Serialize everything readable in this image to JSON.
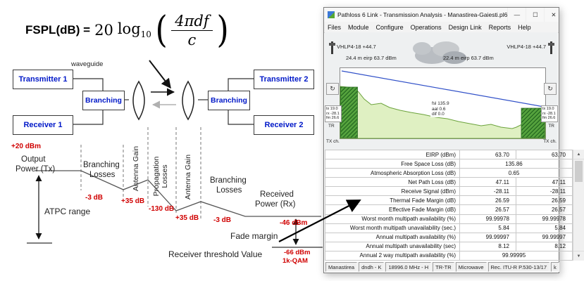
{
  "formula": {
    "lhs": "FSPL(dB) =",
    "coefficient": "20",
    "log_fn": "log",
    "log_base": "10",
    "open_paren": "(",
    "close_paren": ")",
    "numerator": "4πdf",
    "denominator": "c"
  },
  "blocks": {
    "transmitter1": "Transmitter 1",
    "receiver1": "Receiver 1",
    "branching_left": "Branching",
    "branching_right": "Branching",
    "transmitter2": "Transmitter 2",
    "receiver2": "Receiver 2",
    "waveguide": "waveguide"
  },
  "levels": {
    "tx_power": "+20 dBm",
    "output_line1": "Output",
    "output_line2": "Power (Tx)",
    "branching1_line1": "Branching",
    "branching1_line2": "Losses",
    "branching1_value": "-3 dB",
    "antenna_gain1": "Antenna Gain",
    "antenna_gain1_value": "+35 dB",
    "propagation_line1": "Propagation",
    "propagation_line2": "Losses",
    "propagation_value": "-130 dB",
    "antenna_gain2": "Antenna Gain",
    "antenna_gain2_value": "+35 dB",
    "branching2_line1": "Branching",
    "branching2_line2": "Losses",
    "branching2_value": "-3 dB",
    "received_line1": "Received",
    "received_line2": "Power (Rx)",
    "rx_power": "-46 dBm",
    "atpc": "ATPC range",
    "fade_margin": "Fade margin",
    "threshold_label": "Receiver threshold Value",
    "threshold_value": "-66 dBm",
    "threshold_modulation": "1k-QAM"
  },
  "window": {
    "title": "Pathloss 6 Link - Transmission Analysis - Manastirea-Gaiesti.pl6",
    "controls": {
      "minimize": "—",
      "maximize": "☐",
      "close": "✕"
    },
    "menu": [
      "Files",
      "Module",
      "Configure",
      "Operations",
      "Design Link",
      "Reports",
      "Help"
    ],
    "profile": {
      "antenna_left_label": "VHLP4-18 +44.7",
      "antenna_right_label": "VHLP4-18 +44.7",
      "eirp_left": "24.4 m eirp 63.7 dBm",
      "eirp_right": "22.4 m eirp 63.7 dBm",
      "rotate_glyph": "↻",
      "left_panel": {
        "tx": "tx 19.0",
        "rx": "rx -28.1",
        "fm": "fm 26.6",
        "tr": "TR",
        "tx_ch": "TX ch."
      },
      "right_panel": {
        "tx": "tx 19.0",
        "rx": "rx -28.1",
        "fm": "fm 26.6",
        "tr": "TR",
        "tx_ch": "TX ch."
      },
      "overlay": {
        "fsl": "fsl 135.9",
        "aal": "aal 0.6",
        "dif": "dif 0.0"
      }
    },
    "table": {
      "rows": [
        {
          "label": "EIRP (dBm)",
          "v1": "63.70",
          "v2": "63.70"
        },
        {
          "label": "Free Space Loss (dB)",
          "v1": "135.86"
        },
        {
          "label": "Atmospheric Absorption Loss (dB)",
          "v1": "0.65"
        },
        {
          "label": "Net Path Loss (dB)",
          "v1": "47.11",
          "v2": "47.11"
        },
        {
          "label": "Receive Signal (dBm)",
          "v1": "-28.11",
          "v2": "-28.11"
        },
        {
          "label": "Thermal Fade Margin (dB)",
          "v1": "26.59",
          "v2": "26.59"
        },
        {
          "label": "Effective Fade Margin (dB)",
          "v1": "26.57",
          "v2": "26.57"
        },
        {
          "label": "Worst month multipath availability (%)",
          "v1": "99.99978",
          "v2": "99.99978"
        },
        {
          "label": "Worst month multipath unavailability (sec.)",
          "v1": "5.84",
          "v2": "5.84"
        },
        {
          "label": "Annual multipath availability (%)",
          "v1": "99.99997",
          "v2": "99.99997"
        },
        {
          "label": "Annual multipath unavailability (sec)",
          "v1": "8.12",
          "v2": "8.12"
        },
        {
          "label": "Annual 2 way multipath availability (%)",
          "v1": "99.99995"
        }
      ]
    },
    "scrollbar": {
      "up": "▲",
      "down": "▼"
    },
    "status": [
      "Manastirea",
      "dndh - K",
      "18996.0 MHz - H",
      "TR-TR",
      "Microwave",
      "Rec. ITU-R P.530-13/17",
      "k"
    ]
  }
}
